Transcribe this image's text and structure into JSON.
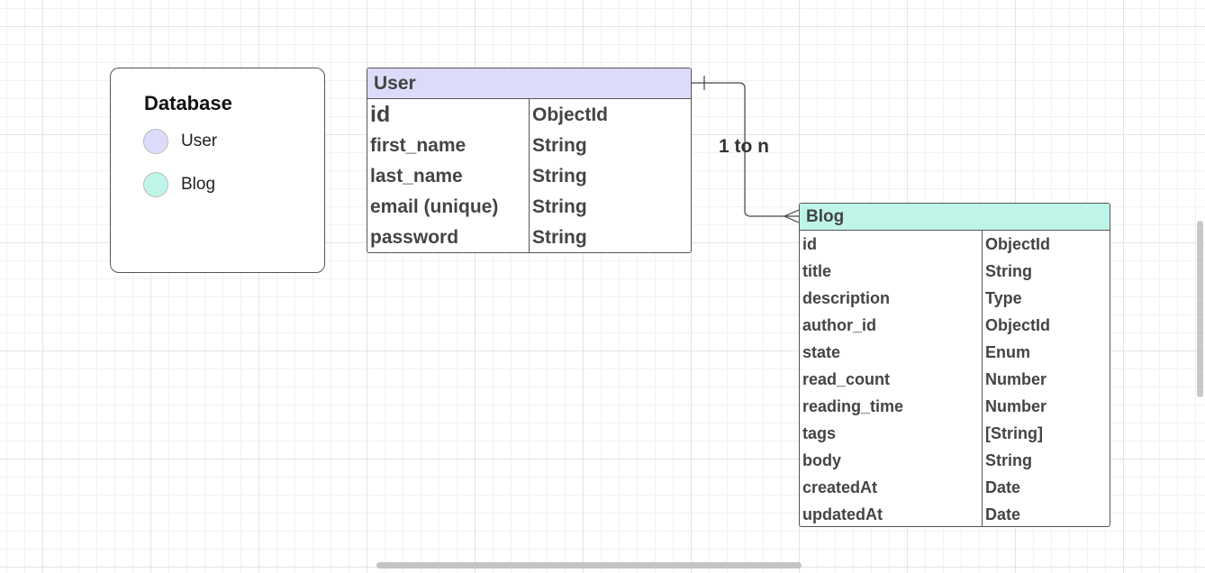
{
  "legend": {
    "title": "Database",
    "items": [
      {
        "label": "User",
        "color": "#dcdcfa"
      },
      {
        "label": "Blog",
        "color": "#bff5e8"
      }
    ]
  },
  "user_table": {
    "title": "User",
    "header_color": "#dcdcfa",
    "rows": [
      {
        "field": "id",
        "type": "ObjectId"
      },
      {
        "field": "first_name",
        "type": "String"
      },
      {
        "field": "last_name",
        "type": "String"
      },
      {
        "field": "email (unique)",
        "type": "String"
      },
      {
        "field": "password",
        "type": "String"
      }
    ]
  },
  "blog_table": {
    "title": "Blog",
    "header_color": "#bff5e8",
    "rows": [
      {
        "field": "id",
        "type": "ObjectId"
      },
      {
        "field": "title",
        "type": "String"
      },
      {
        "field": "description",
        "type": "Type"
      },
      {
        "field": "author_id",
        "type": "ObjectId"
      },
      {
        "field": "state",
        "type": "Enum"
      },
      {
        "field": "read_count",
        "type": "Number"
      },
      {
        "field": "reading_time",
        "type": "Number"
      },
      {
        "field": "tags",
        "type": "[String]"
      },
      {
        "field": "body",
        "type": "String"
      },
      {
        "field": "createdAt",
        "type": "Date"
      },
      {
        "field": "updatedAt",
        "type": "Date"
      }
    ]
  },
  "relationship": {
    "label": "1 to n",
    "from": "User",
    "to": "Blog",
    "from_end": "one",
    "to_end": "many"
  }
}
